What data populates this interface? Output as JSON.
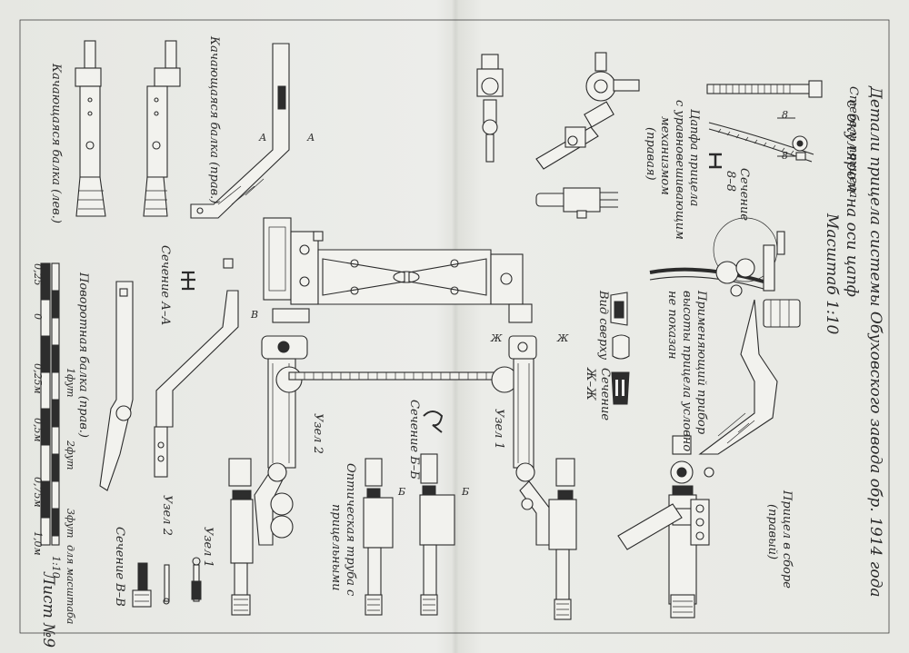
{
  "title": {
    "line1": "Детали прицела системы Обуховского завода обр. 1914 года",
    "line2": "с окуляром на оси цапф",
    "line3": "Масштаб 1:10"
  },
  "sheet_label": "Лист №9",
  "labels": {
    "stebel_pritsela": "Стебель прицела",
    "tsapfa_pritsela": [
      "Цапфа прицела",
      "с уравновешивающим",
      "механизмом",
      "(правая)"
    ],
    "sechenie_88": [
      "Сечение",
      "8–8"
    ],
    "mark_8": "8",
    "pritsel_v_sbore": [
      "Прицел в сборе",
      "(правый)"
    ],
    "primenyayushchiy": [
      "Применяющий прибор",
      "высоты прицела условно",
      "не показан"
    ],
    "vid_sverhu": "Вид сверху",
    "sechenie_zhzh": [
      "Сечение",
      "Ж–Ж"
    ],
    "sechenie_bb": "Сечение Б–Б",
    "opticheskaya": [
      "Оптическая труба с",
      "прицельными"
    ],
    "uzel_1": "Узел 1",
    "uzel_2": "Узел 2",
    "kachayushchayasya_prav": "Качающаяся балка (прав.)",
    "kachayushchayasya_lev": "Качающаяся балка (лев.)",
    "sechenie_aa": "Сечение А–А",
    "povorotnaya": "Поворотная балка (прав.)",
    "sechenie_vv": "Сечение В–В",
    "uzel_1_small": "Узел 1",
    "uzel_2_small": "Узел 2",
    "marks": {
      "a": "А",
      "b": "Б",
      "v": "В",
      "zh": "Ж"
    }
  },
  "scale_bar": {
    "caption": [
      "для масштаба",
      "1:10"
    ],
    "ticks_top": [
      "0,25",
      "0",
      "0,25м",
      "0,5м",
      "0,75м",
      "1,0м"
    ],
    "ticks_bottom": [
      "1фут",
      "2фут",
      "3фут"
    ]
  }
}
